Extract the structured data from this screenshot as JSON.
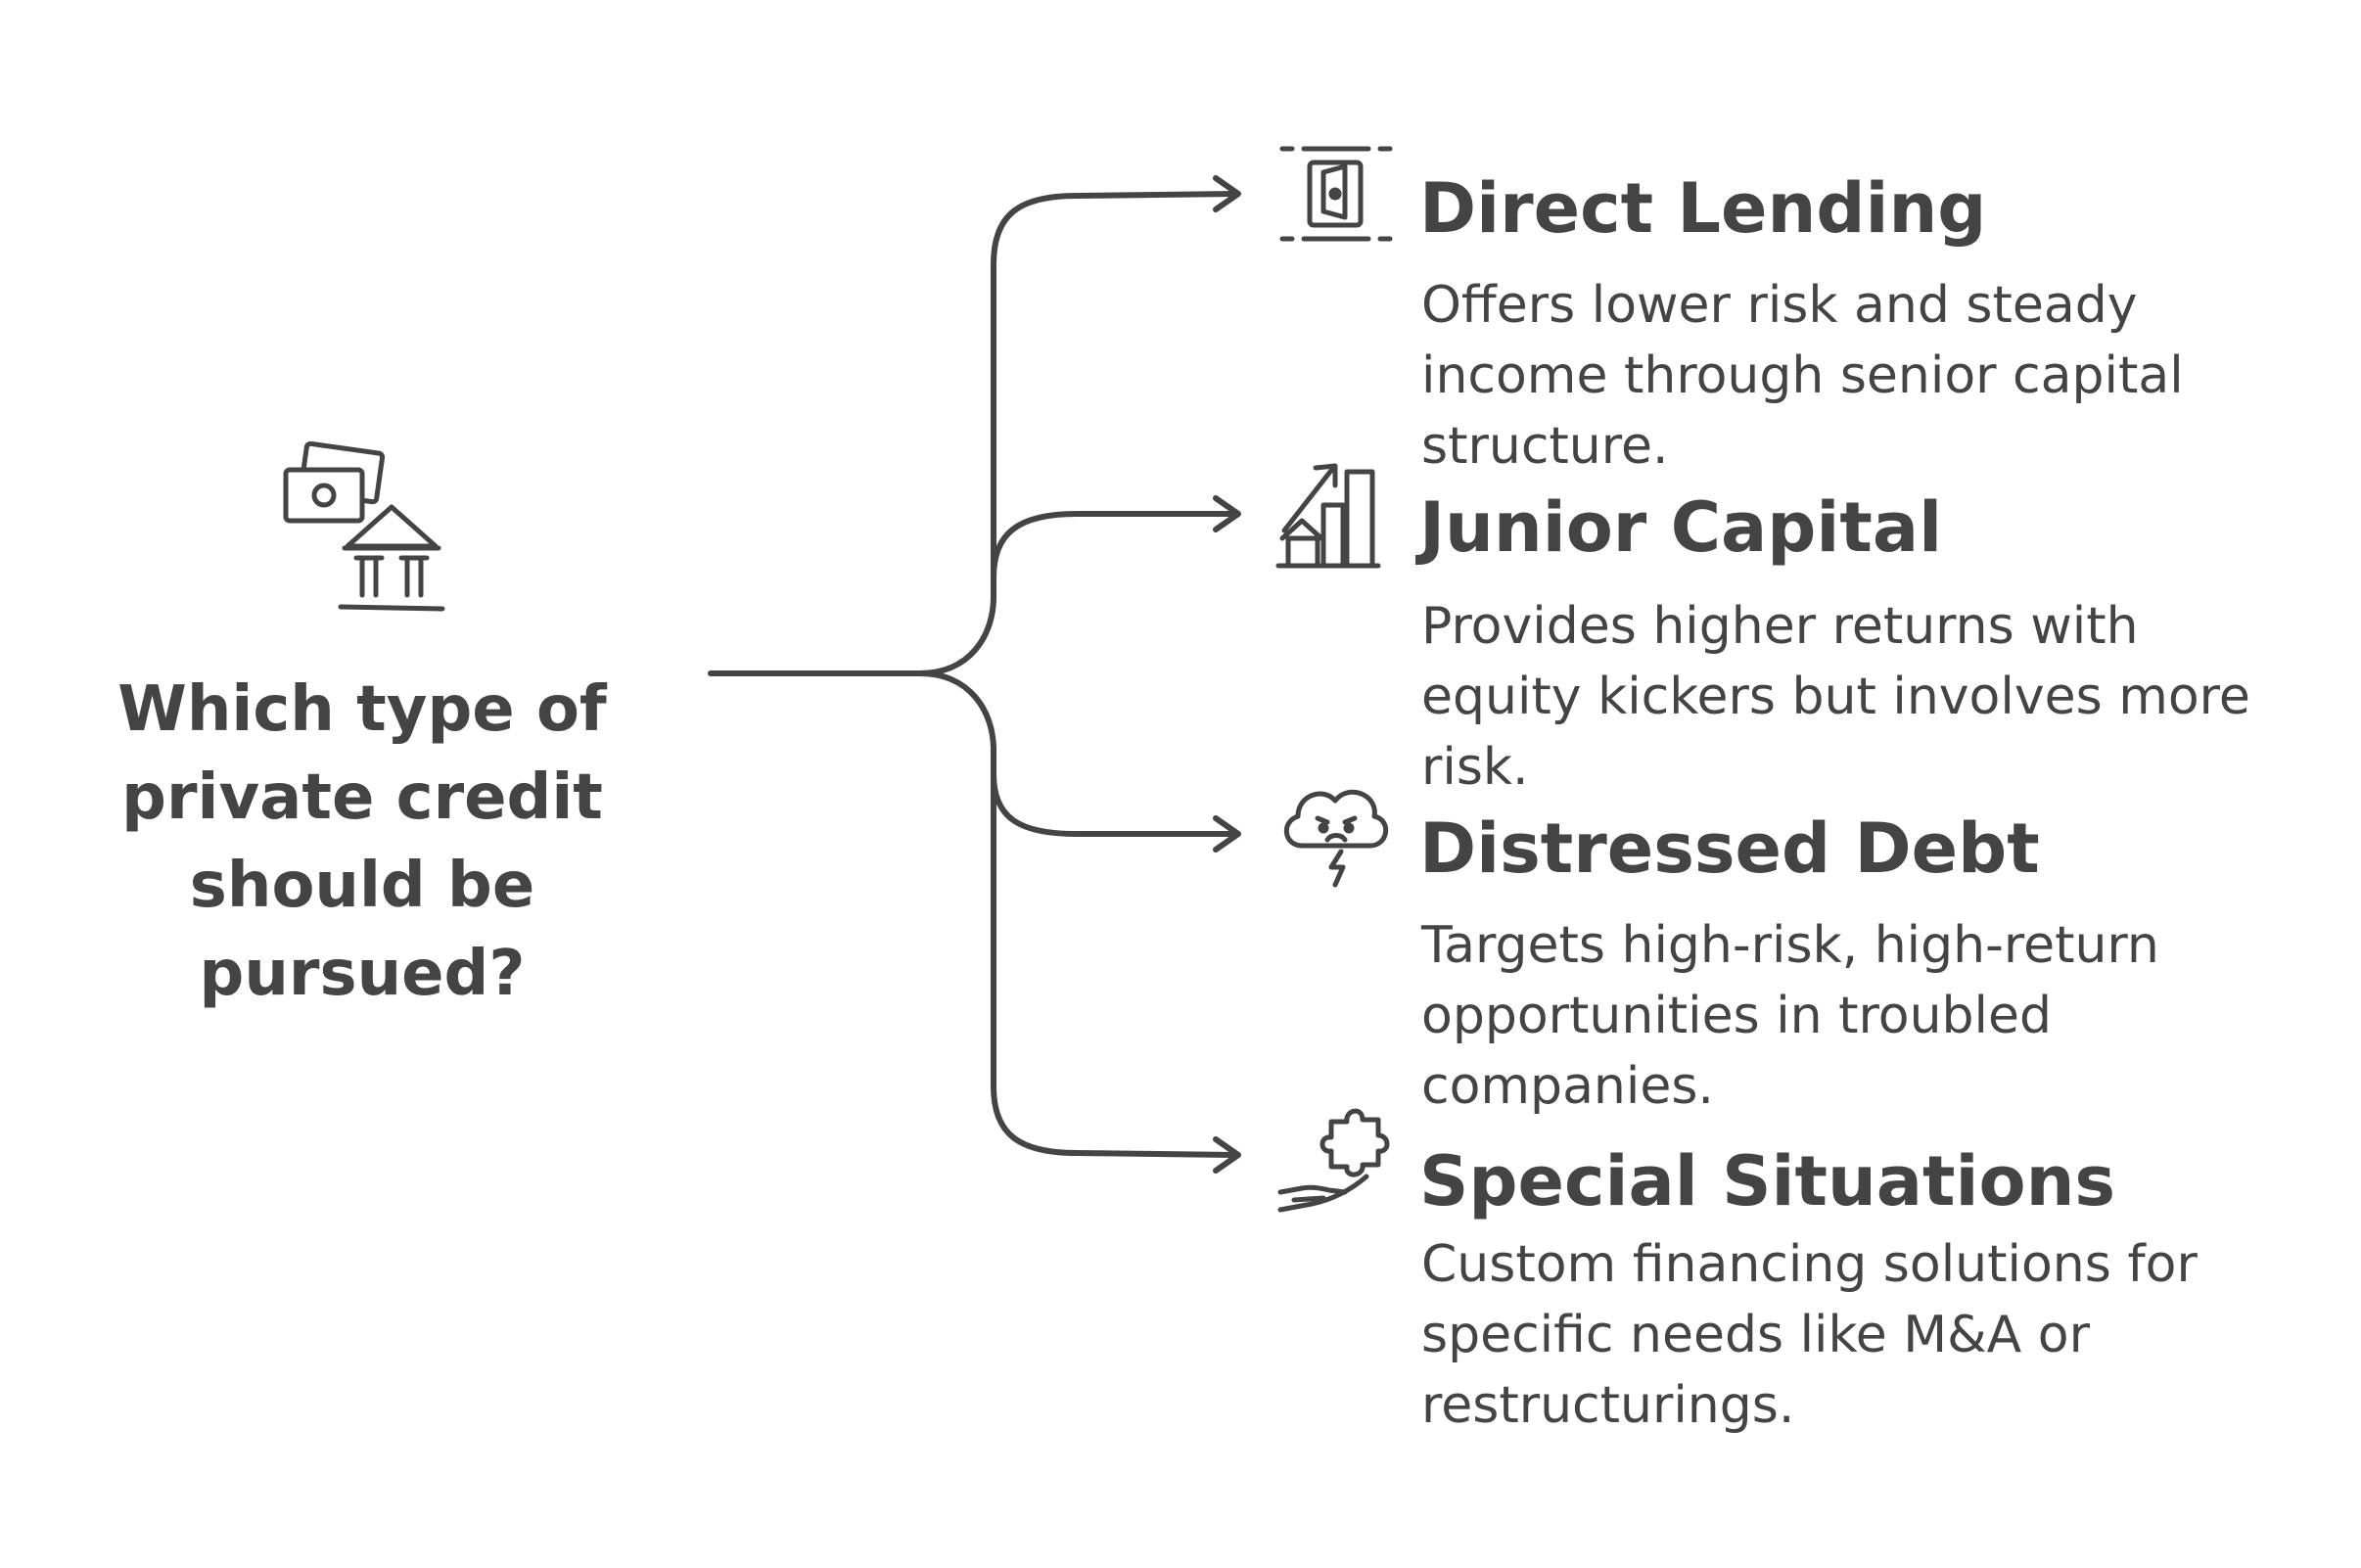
{
  "question": {
    "text": "Which type of private credit should be pursued?",
    "icon": "money-bank-icon"
  },
  "options": [
    {
      "title": "Direct Lending",
      "description": "Offers lower risk and steady income through senior capital structure.",
      "icon": "door-icon"
    },
    {
      "title": "Junior Capital",
      "description": "Provides higher returns with equity kickers but involves more risk.",
      "icon": "house-growth-chart-icon"
    },
    {
      "title": "Distressed Debt",
      "description": "Targets high-risk, high-return opportunities in troubled companies.",
      "icon": "storm-cloud-icon"
    },
    {
      "title": "Special Situations",
      "description": "Custom financing solutions for specific needs like M&A or restructurings.",
      "icon": "hand-puzzle-icon"
    }
  ],
  "colors": {
    "ink": "#444444",
    "background": "#ffffff"
  }
}
